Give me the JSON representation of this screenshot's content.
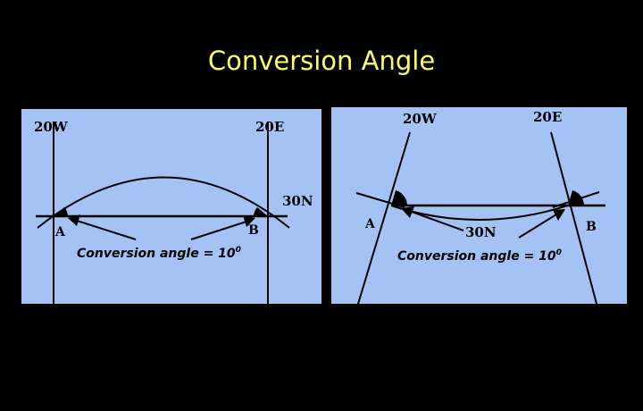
{
  "slide": {
    "title": "Conversion Angle",
    "title_color": "#ffff66",
    "background": "#000000",
    "panel_color": "#a4c2f4",
    "line_color": "#000000"
  },
  "left_diagram": {
    "meridian_west": "20W",
    "meridian_east": "20E",
    "parallel": "30N",
    "point_a": "A",
    "point_b": "B",
    "caption": "Conversion angle = 10",
    "caption_sup": "0"
  },
  "right_diagram": {
    "meridian_west": "20W",
    "meridian_east": "20E",
    "parallel": "30N",
    "point_a": "A",
    "point_b": "B",
    "caption": "Conversion angle = 10",
    "caption_sup": "0"
  }
}
